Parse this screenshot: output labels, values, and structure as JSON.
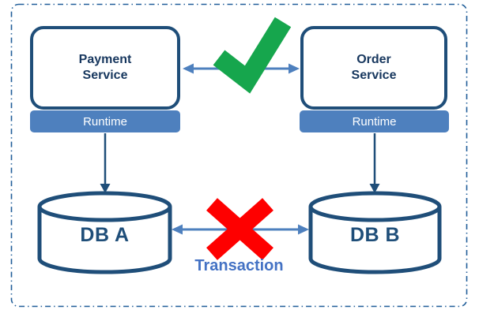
{
  "diagram": {
    "services": [
      {
        "label": "Payment Service",
        "runtime_label": "Runtime"
      },
      {
        "label": "Order Service",
        "runtime_label": "Runtime"
      }
    ],
    "databases": [
      {
        "label": "DB A"
      },
      {
        "label": "DB B"
      }
    ],
    "links": {
      "service_to_service": {
        "status": "allowed",
        "icon": "green-checkmark"
      },
      "db_to_db": {
        "status": "blocked",
        "icon": "red-cross",
        "label": "Transaction"
      }
    },
    "colors": {
      "box_border_navy": "#1F4E79",
      "text_navy": "#17375E",
      "runtime_steel_blue": "#4E80BE",
      "transaction_label_blue": "#4472C4",
      "checkmark_green": "#16A64D",
      "cross_red": "#FE0000",
      "outer_border_blue": "#215E99"
    }
  }
}
